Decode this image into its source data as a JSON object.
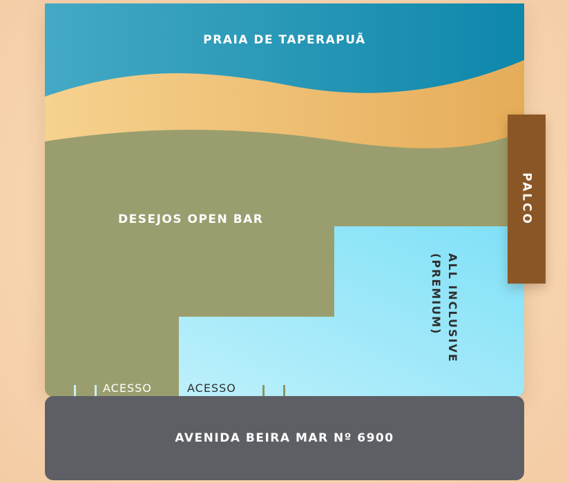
{
  "map": {
    "beach_label": "PRAIA DE TAPERAPUÃ",
    "open_bar_label": "DESEJOS OPEN BAR",
    "all_inclusive_label": "ALL INCLUSIVE (PREMIUM)",
    "stage_label": "PALCO",
    "access_left_label": "ACESSO",
    "access_right_label": "ACESSO",
    "avenue_label": "AVENIDA BEIRA MAR Nº 6900"
  },
  "colors": {
    "sea": "#1b8db0",
    "sand": "#efbf6f",
    "open_bar_area": "#9a9e6e",
    "all_inclusive_area": "#8fe3f5",
    "stage": "#8b5626",
    "avenue": "#5e5f65",
    "background": "#f7d5b0"
  }
}
